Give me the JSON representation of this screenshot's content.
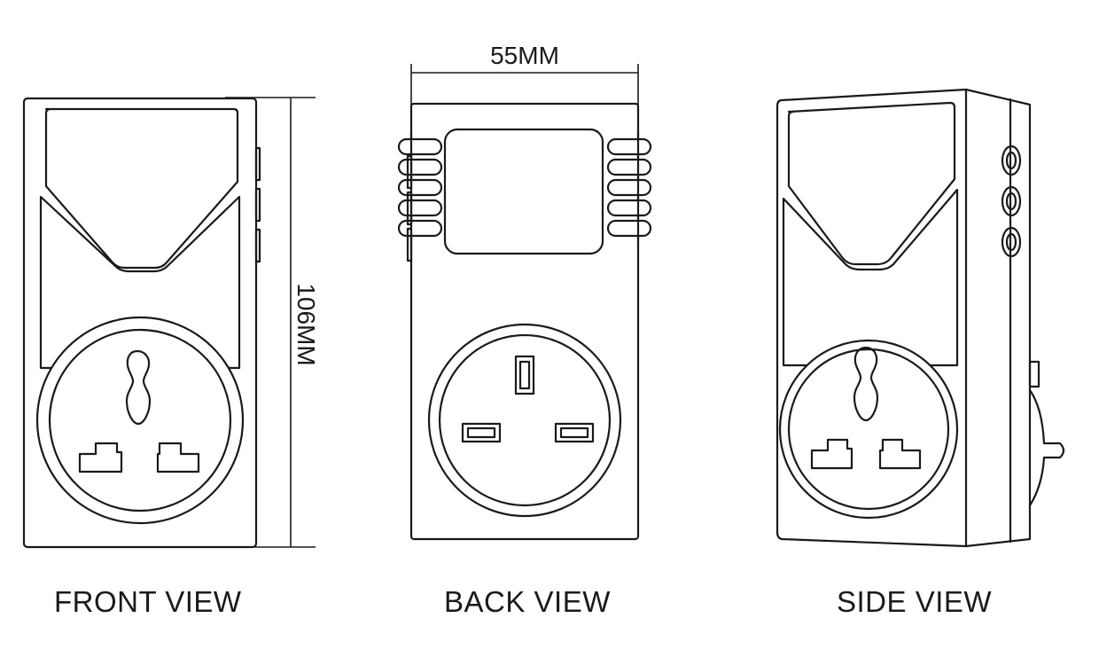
{
  "dimensions": {
    "width_label": "55MM",
    "height_label": "106MM"
  },
  "views": {
    "front": "FRONT VIEW",
    "back": "BACK VIEW",
    "side": "SIDE VIEW"
  },
  "colors": {
    "line": "#1a1a1a",
    "background": "#ffffff"
  }
}
